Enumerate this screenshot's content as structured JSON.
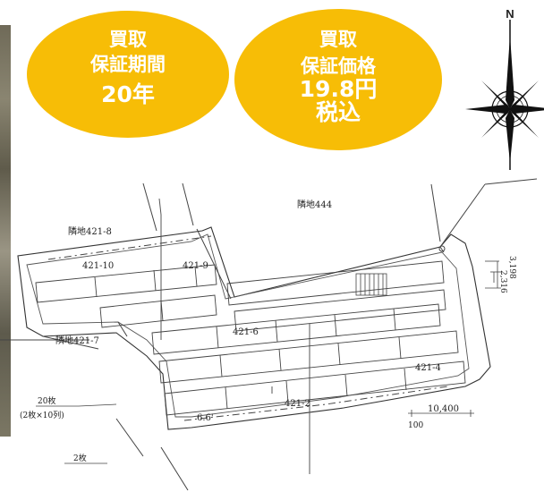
{
  "badges": {
    "period": {
      "line1": "買取",
      "line2": "保証期間",
      "line3": "20年"
    },
    "price": {
      "line1": "買取",
      "line2": "保証価格",
      "line3": "19.8円",
      "line4": "税込"
    }
  },
  "compass": {
    "north_label": "N"
  },
  "plan": {
    "adjacent_444": "隣地444",
    "adjacent_421_8": "隣地421-8",
    "adjacent_421_7": "隣地421-7",
    "lot_421_10": "421-10",
    "lot_421_9": "421-9",
    "lot_421_6": "421-6",
    "lot_421_4": "421-4",
    "lot_421_2": "421-2",
    "dim_3198": "3,198",
    "dim_2316": "2,316",
    "dim_10400": "10,400",
    "dim_100": "100",
    "dim_66": "6.6'",
    "note_panels": "20枚",
    "note_panels_sub": "(2枚×10列)",
    "note_2": "2枚"
  },
  "colors": {
    "badge_fill": "#f7bd06",
    "badge_text": "#ffffff",
    "line": "#333333"
  }
}
